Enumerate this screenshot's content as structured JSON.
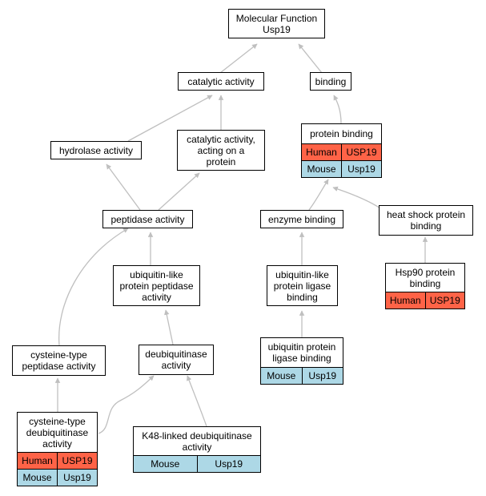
{
  "root": {
    "line1": "Molecular Function",
    "line2": "Usp19"
  },
  "nodes": {
    "catalytic": "catalytic activity",
    "binding": "binding",
    "protein_binding": "protein binding",
    "hydrolase": "hydrolase activity",
    "catalytic_peptide": "catalytic activity,\nacting on a\nprotein",
    "peptidase": "peptidase activity",
    "enzyme_binding": "enzyme binding",
    "heat_shock": "heat shock protein\nbinding",
    "ubl_peptidase": "ubiquitin-like\nprotein peptidase\nactivity",
    "ubl_ligase_binding": "ubiquitin-like\nprotein ligase\nbinding",
    "hsp90": "Hsp90 protein\nbinding",
    "cysteine_peptidase": "cysteine-type\npeptidase activity",
    "deubiquitinase": "deubiquitinase\nactivity",
    "ub_ligase_binding": "ubiquitin protein\nligase binding",
    "cysteine_dub": "cysteine-type\ndeubiquitinase\nactivity",
    "k48": "K48-linked deubiquitinase\nactivity"
  },
  "annotations": {
    "human": {
      "species": "Human",
      "gene": "USP19",
      "color": "#ff6347"
    },
    "mouse": {
      "species": "Mouse",
      "gene": "Usp19",
      "color": "#add8e6"
    }
  },
  "colors": {
    "edge": "#bfbfbf",
    "border": "#000000"
  }
}
